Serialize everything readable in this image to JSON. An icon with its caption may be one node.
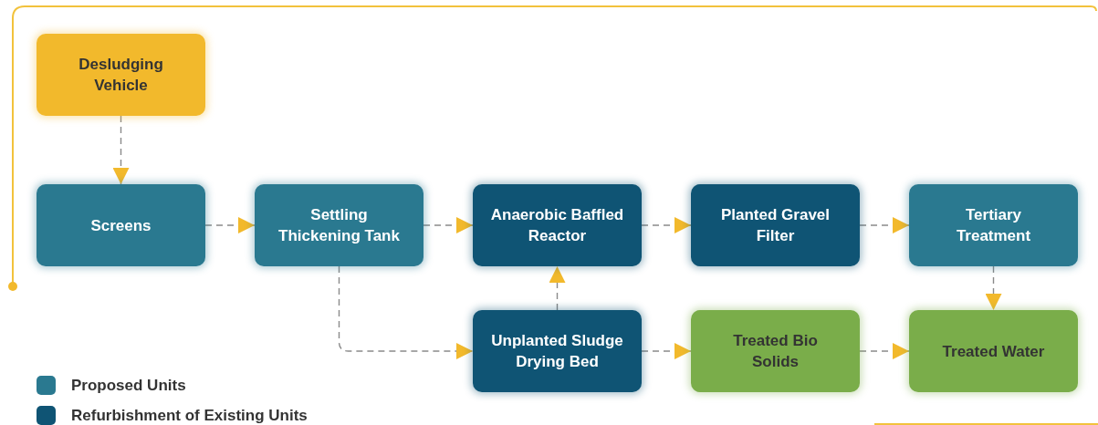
{
  "diagram": {
    "nodes": [
      {
        "text": [
          "Desludging Vehicle"
        ]
      },
      {
        "text": [
          "Screens"
        ]
      },
      {
        "text": [
          "Settling Thickening Tank"
        ]
      },
      {
        "text": [
          "Anaerobic Baffled Reactor"
        ]
      },
      {
        "text": [
          "Planted Gravel Filter"
        ]
      },
      {
        "text": [
          "Tertiary Treatment"
        ]
      },
      {
        "text": [
          "Unplanted Sludge Drying Bed"
        ]
      },
      {
        "text": [
          "Treated Bio Solids"
        ]
      },
      {
        "text": [
          "Treated Water"
        ]
      }
    ],
    "edges": [
      {
        "from": 0,
        "to": 1,
        "arrow": "to",
        "style": "dashed"
      },
      {
        "from": 1,
        "to": 2,
        "arrow": "to",
        "style": "dashed"
      },
      {
        "from": 2,
        "to": 3,
        "arrow": "to",
        "style": "dashed"
      },
      {
        "from": 3,
        "to": 4,
        "arrow": "to",
        "style": "dashed"
      },
      {
        "from": 4,
        "to": 5,
        "arrow": "to",
        "style": "dashed"
      },
      {
        "from": 5,
        "to": 8,
        "arrow": "to",
        "style": "dashed"
      },
      {
        "from": 2,
        "to": 6,
        "arrow": "to",
        "style": "dashed"
      },
      {
        "from": 6,
        "to": 3,
        "arrow": "to",
        "style": "dashed"
      },
      {
        "from": 6,
        "to": 7,
        "arrow": "to",
        "style": "dashed"
      },
      {
        "from": 7,
        "to": 8,
        "arrow": "to",
        "style": "dashed"
      }
    ],
    "legend": [
      {
        "text": "Proposed Units",
        "color": "#2a7990"
      },
      {
        "text": "Refurbishment of Existing Units",
        "color": "#0f5474"
      }
    ]
  }
}
